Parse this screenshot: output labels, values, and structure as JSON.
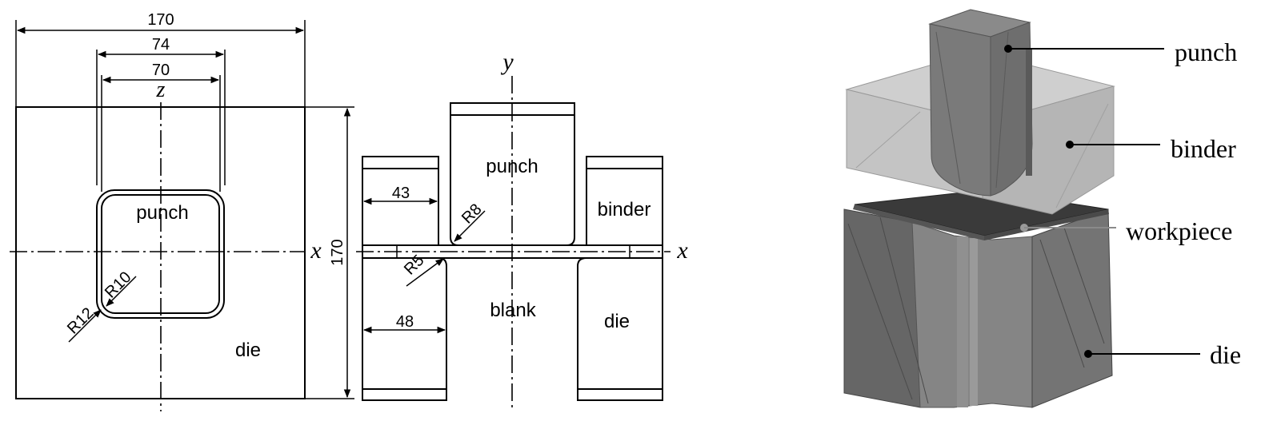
{
  "top_view": {
    "dim_overall": "170",
    "dim_outer_slot": "74",
    "dim_inner_slot": "70",
    "axis_z": "z",
    "axis_x": "x",
    "dim_height": "170",
    "label_punch": "punch",
    "label_die": "die",
    "radius_r10": "R10",
    "radius_r12": "R12"
  },
  "section_view": {
    "axis_y": "y",
    "axis_x": "x",
    "label_punch": "punch",
    "label_binder": "binder",
    "label_blank": "blank",
    "label_die": "die",
    "dim_binder_width": "43",
    "dim_die_width": "48",
    "radius_r8": "R8",
    "radius_r5": "R5"
  },
  "model_3d": {
    "labels": {
      "punch": "punch",
      "binder": "binder",
      "workpiece": "workpiece",
      "die": "die"
    },
    "colors": {
      "punch_front": "#6e6e6e",
      "punch_side": "#8a8a8a",
      "binder_top": "#c8c8c8",
      "binder_side": "#b3b3b3",
      "workpiece": "#3a3a3a",
      "die_front": "#6a6a6a",
      "die_side": "#7d7d7d"
    }
  }
}
